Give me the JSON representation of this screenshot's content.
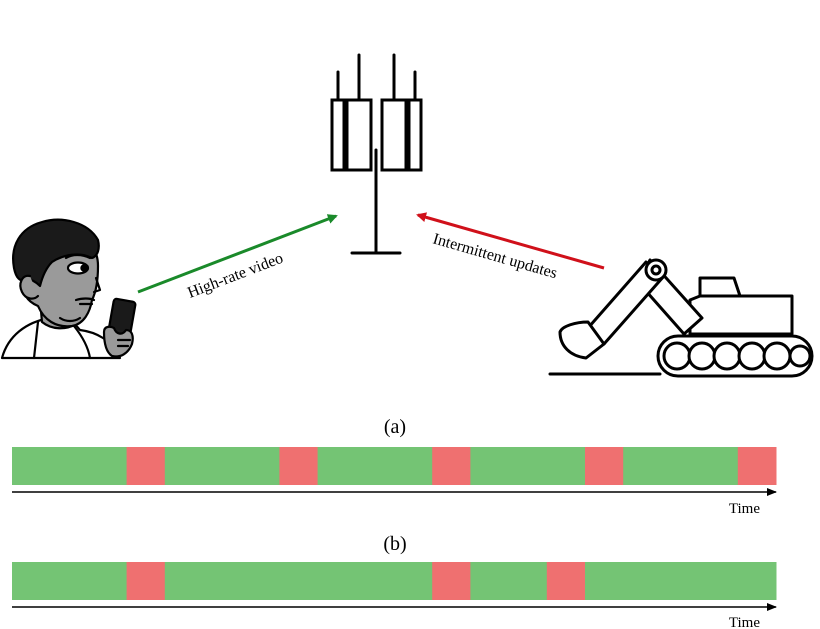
{
  "links": {
    "video_label": "High-rate video",
    "updates_label": "Intermittent updates"
  },
  "colors": {
    "video_arrow": "#1a8a2a",
    "updates_arrow": "#d0101a",
    "free_slot": "#74c474",
    "busy_slot": "#ef7070",
    "skin": "#9a9a9a",
    "hair": "#1a1a1a"
  },
  "schedules": [
    {
      "caption": "(a)",
      "axis_label": "Time",
      "segments": [
        {
          "state": "free",
          "length": 3
        },
        {
          "state": "busy",
          "length": 1
        },
        {
          "state": "free",
          "length": 3
        },
        {
          "state": "busy",
          "length": 1
        },
        {
          "state": "free",
          "length": 3
        },
        {
          "state": "busy",
          "length": 1
        },
        {
          "state": "free",
          "length": 3
        },
        {
          "state": "busy",
          "length": 1
        },
        {
          "state": "free",
          "length": 3
        },
        {
          "state": "busy",
          "length": 1
        }
      ]
    },
    {
      "caption": "(b)",
      "axis_label": "Time",
      "segments": [
        {
          "state": "free",
          "length": 3
        },
        {
          "state": "busy",
          "length": 1
        },
        {
          "state": "free",
          "length": 7
        },
        {
          "state": "busy",
          "length": 1
        },
        {
          "state": "free",
          "length": 2
        },
        {
          "state": "busy",
          "length": 1
        },
        {
          "state": "free",
          "length": 5
        }
      ]
    }
  ]
}
